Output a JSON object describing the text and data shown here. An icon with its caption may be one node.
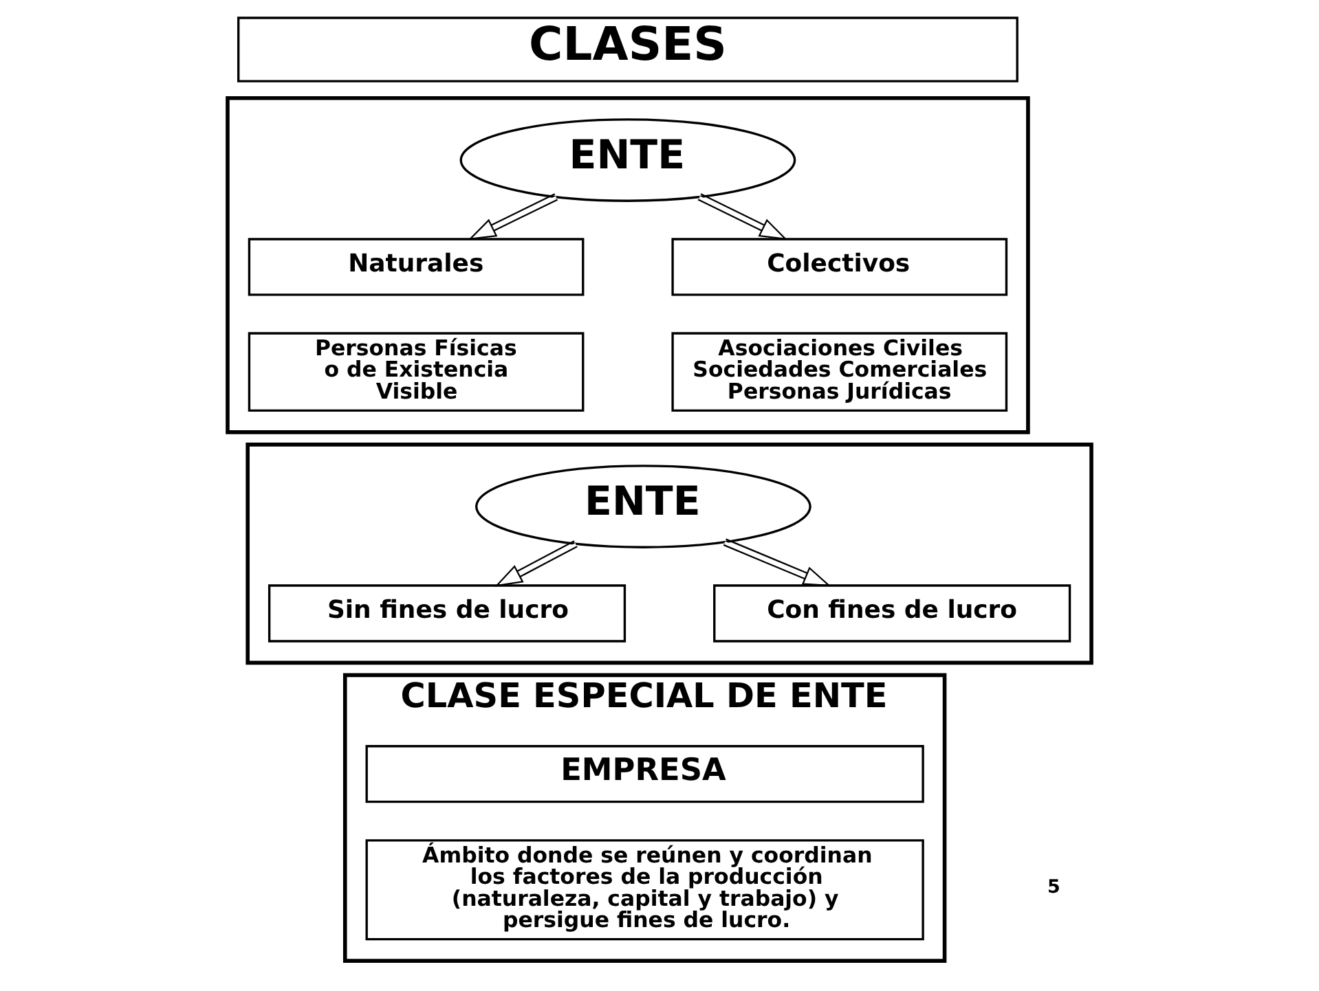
{
  "diagram": {
    "nodes": [
      {
        "text": [
          "CLASES"
        ]
      },
      {
        "text": [],
        "shape": "box"
      },
      {
        "text": [
          "ENTE"
        ],
        "in": 1
      },
      {
        "text": [
          "Naturales"
        ],
        "in": 1
      },
      {
        "text": [
          "Personas Físicas o de Existencia Visible"
        ],
        "in": 1
      },
      {
        "text": [
          "Colectivos"
        ],
        "in": 1
      },
      {
        "text": [
          "Asociaciones Civiles Sociedades Comerciales Personas Jurídicas"
        ],
        "in": 1
      },
      {
        "text": [],
        "shape": "box"
      },
      {
        "text": [
          "ENTE"
        ],
        "in": 7
      },
      {
        "text": [
          "Sin fines de lucro"
        ],
        "in": 7
      },
      {
        "text": [
          "Con fines de lucro"
        ],
        "in": 7
      },
      {
        "text": [
          "CLASE ESPECIAL DE ENTE"
        ]
      },
      {
        "text": [
          "EMPRESA"
        ],
        "in": 11
      },
      {
        "text": [
          "Ámbito donde se reúnen y coordinan los factores de la producción (naturaleza, capital y trabajo) y persigue fines de lucro."
        ],
        "in": 11
      }
    ],
    "edges": [
      {
        "from": 2,
        "to": 3,
        "arrow": "to"
      },
      {
        "from": 2,
        "to": 5,
        "arrow": "to"
      },
      {
        "from": 8,
        "to": 9,
        "arrow": "to"
      },
      {
        "from": 8,
        "to": 10,
        "arrow": "to"
      }
    ],
    "labels": [
      "5"
    ]
  }
}
